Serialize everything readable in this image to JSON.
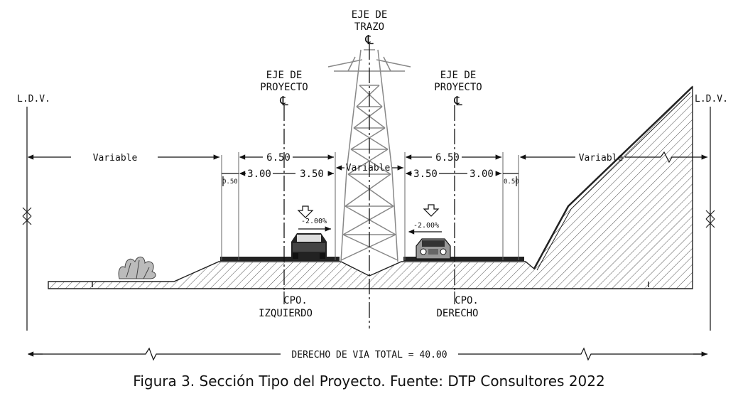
{
  "figure": {
    "caption": "Figura 3. Sección Tipo del Proyecto. Fuente: DTP Consultores 2022"
  },
  "labels": {
    "eje_trazo_line1": "EJE DE",
    "eje_trazo_line2": "TRAZO",
    "centerline_symbol": "℄",
    "eje_proyecto_line1": "EJE DE",
    "eje_proyecto_line2": "PROYECTO",
    "ldv": "L.D.V.",
    "variable": "Variable",
    "width_total_each": "6.50",
    "lane_3_00": "3.00",
    "lane_3_50": "3.50",
    "shoulder_0_50": "0.50",
    "slope": "-2.00%",
    "height_mark": "XX",
    "cpo_line1": "CPO.",
    "cpo_izquierdo": "IZQUIERDO",
    "cpo_derecho": "DERECHO",
    "derecho_de_via": "DERECHO DE VIA TOTAL = 40.00"
  }
}
